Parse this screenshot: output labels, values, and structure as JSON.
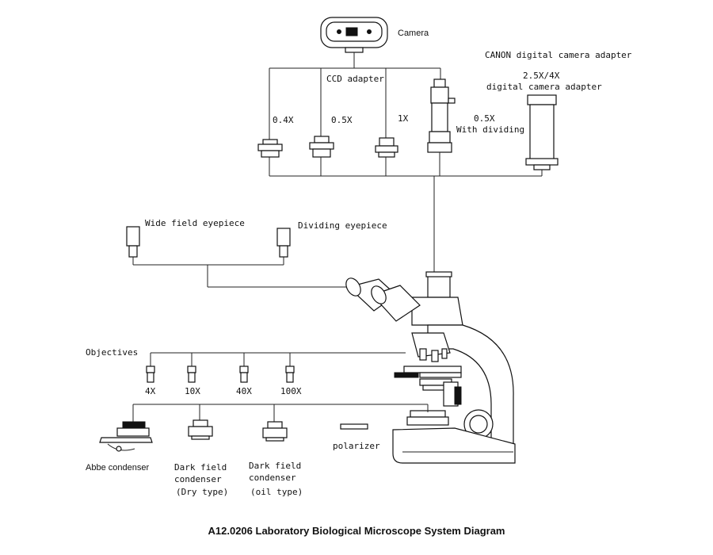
{
  "title": "A12.0206  Laboratory Biological Microscope System Diagram",
  "camera": {
    "label": "Camera"
  },
  "ccd": {
    "label": "CCD adapter",
    "options": [
      "0.4X",
      "0.5X",
      "1X"
    ]
  },
  "dividing_adapter": {
    "label_line1": "0.5X",
    "label_line2": "With dividing"
  },
  "canon": {
    "label": "CANON digital camera adapter",
    "sub_line1": "2.5X/4X",
    "sub_line2": "digital camera adapter"
  },
  "eyepieces": {
    "wide": "Wide field eyepiece",
    "dividing": "Dividing eyepiece"
  },
  "objectives": {
    "label": "Objectives",
    "items": [
      "4X",
      "10X",
      "40X",
      "100X"
    ]
  },
  "condensers": {
    "abbe": "Abbe condenser",
    "dark_dry_line1": "Dark field",
    "dark_dry_line2": "condenser",
    "dark_dry_line3": "(Dry type)",
    "dark_oil_line1": "Dark field",
    "dark_oil_line2": "condenser",
    "dark_oil_line3": "(oil type)",
    "polarizer": "polarizer"
  }
}
